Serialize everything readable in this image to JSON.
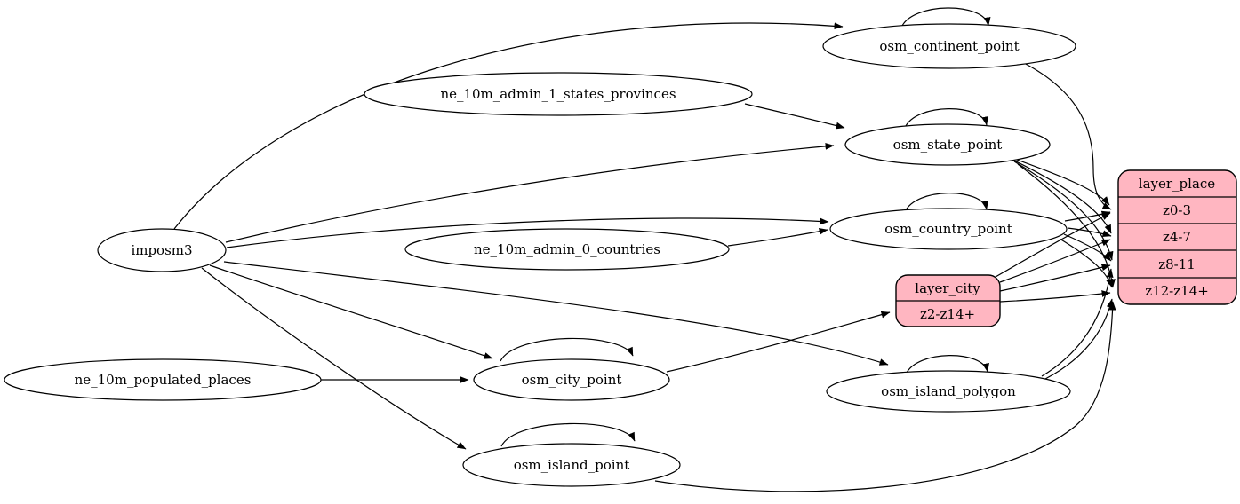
{
  "diagram": {
    "type": "etl-dependency-graph",
    "background_color": "#ffffff",
    "node_fill_color": "#ffffff",
    "record_fill_color": "#ffb6c1",
    "stroke_color": "#000000",
    "nodes": {
      "imposm3": "imposm3",
      "ne_admin1": "ne_10m_admin_1_states_provinces",
      "ne_admin0": "ne_10m_admin_0_countries",
      "ne_places": "ne_10m_populated_places",
      "continent": "osm_continent_point",
      "state": "osm_state_point",
      "country": "osm_country_point",
      "city": "osm_city_point",
      "island_polygon": "osm_island_polygon",
      "island_point": "osm_island_point"
    },
    "records": {
      "layer_place": {
        "title": "layer_place",
        "rows": [
          "z0-3",
          "z4-7",
          "z8-11",
          "z12-z14+"
        ]
      },
      "layer_city": {
        "title": "layer_city",
        "rows": [
          "z2-z14+"
        ]
      }
    },
    "edges": [
      {
        "from": "imposm3",
        "to": "osm_continent_point"
      },
      {
        "from": "imposm3",
        "to": "osm_state_point"
      },
      {
        "from": "imposm3",
        "to": "osm_country_point"
      },
      {
        "from": "imposm3",
        "to": "osm_city_point"
      },
      {
        "from": "imposm3",
        "to": "osm_island_polygon"
      },
      {
        "from": "imposm3",
        "to": "osm_island_point"
      },
      {
        "from": "ne_10m_admin_1_states_provinces",
        "to": "osm_state_point"
      },
      {
        "from": "ne_10m_admin_0_countries",
        "to": "osm_country_point"
      },
      {
        "from": "ne_10m_populated_places",
        "to": "osm_city_point"
      },
      {
        "from": "osm_continent_point",
        "to": "osm_continent_point"
      },
      {
        "from": "osm_state_point",
        "to": "osm_state_point"
      },
      {
        "from": "osm_country_point",
        "to": "osm_country_point"
      },
      {
        "from": "osm_city_point",
        "to": "osm_city_point"
      },
      {
        "from": "osm_island_polygon",
        "to": "osm_island_polygon"
      },
      {
        "from": "osm_island_point",
        "to": "osm_island_point"
      },
      {
        "from": "osm_city_point",
        "to": "layer_city:z2-z14+"
      },
      {
        "from": "layer_city",
        "to": "layer_place:z0-3"
      },
      {
        "from": "layer_city",
        "to": "layer_place:z4-7"
      },
      {
        "from": "layer_city",
        "to": "layer_place:z8-11"
      },
      {
        "from": "layer_city",
        "to": "layer_place:z12-z14+"
      },
      {
        "from": "osm_continent_point",
        "to": "layer_place:z0-3"
      },
      {
        "from": "osm_state_point",
        "to": "layer_place:z0-3"
      },
      {
        "from": "osm_state_point",
        "to": "layer_place:z4-7"
      },
      {
        "from": "osm_state_point",
        "to": "layer_place:z8-11"
      },
      {
        "from": "osm_state_point",
        "to": "layer_place:z12-z14+"
      },
      {
        "from": "osm_country_point",
        "to": "layer_place:z0-3"
      },
      {
        "from": "osm_country_point",
        "to": "layer_place:z4-7"
      },
      {
        "from": "osm_country_point",
        "to": "layer_place:z8-11"
      },
      {
        "from": "osm_country_point",
        "to": "layer_place:z12-z14+"
      },
      {
        "from": "osm_island_polygon",
        "to": "layer_place:z8-11"
      },
      {
        "from": "osm_island_polygon",
        "to": "layer_place:z12-z14+"
      },
      {
        "from": "osm_island_point",
        "to": "layer_place:z12-z14+"
      }
    ]
  }
}
